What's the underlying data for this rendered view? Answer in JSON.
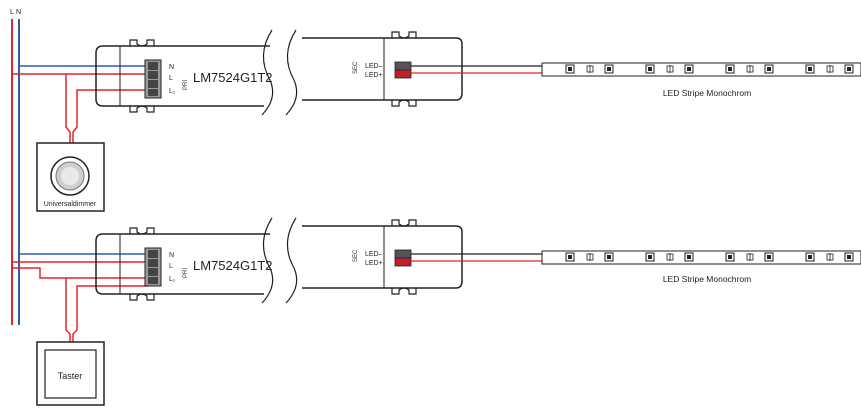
{
  "bus": {
    "l_label": "L",
    "n_label": "N"
  },
  "drivers": [
    {
      "model": "LM7524G1T2",
      "pri_label": "PRI",
      "sec_label": "SEC",
      "terminals": [
        "N",
        "L",
        "L₁"
      ],
      "outputs": [
        "LED–",
        "LED+"
      ],
      "strip_label": "LED Stripe Monochrom"
    },
    {
      "model": "LM7524G1T2",
      "pri_label": "PRI",
      "sec_label": "SEC",
      "terminals": [
        "N",
        "L",
        "L₁"
      ],
      "outputs": [
        "LED–",
        "LED+"
      ],
      "strip_label": "LED Stripe Monochrom"
    }
  ],
  "controls": {
    "dimmer_label": "Universaldimmer",
    "button_label": "Taster"
  },
  "colors": {
    "live": "#e3242b",
    "neutral": "#2b5fae",
    "line": "#222222"
  }
}
